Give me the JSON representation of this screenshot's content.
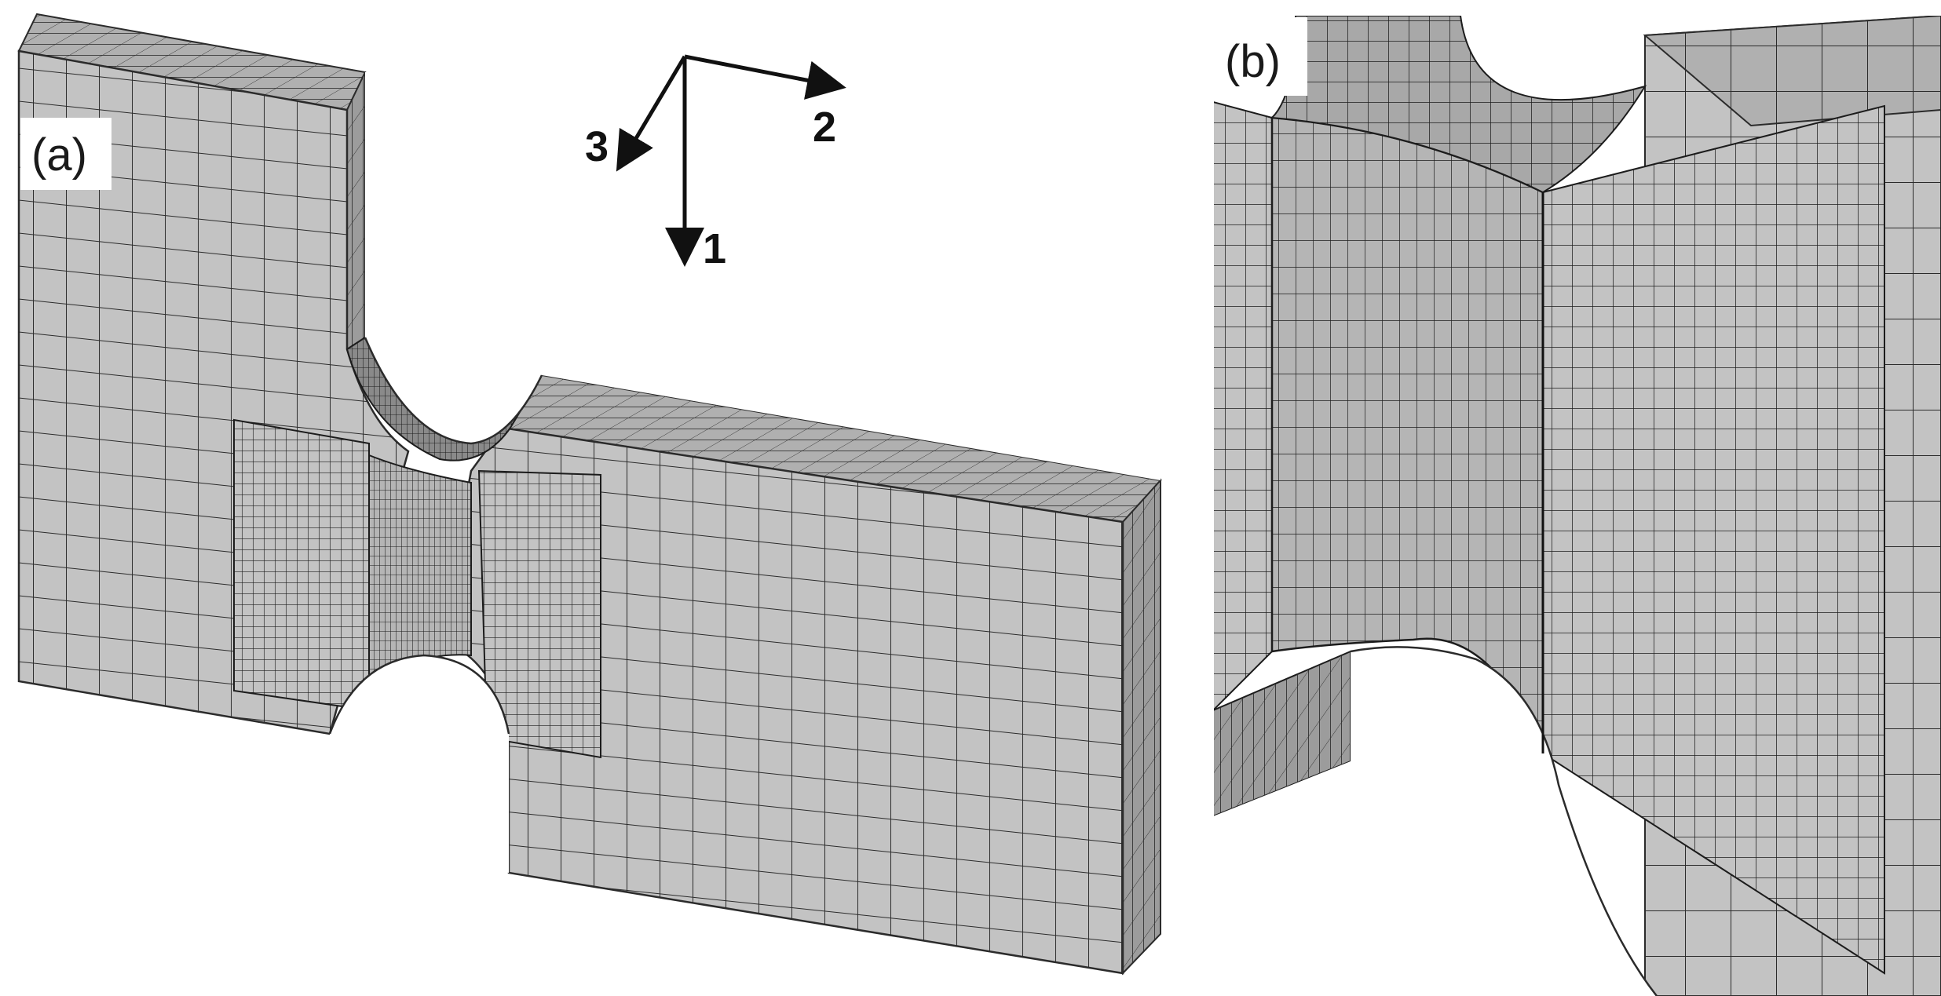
{
  "panels": [
    {
      "label": "(a)"
    },
    {
      "label": "(b)"
    }
  ],
  "axes": {
    "axis1": "1",
    "axis2": "2",
    "axis3": "3"
  },
  "colors": {
    "face_light": "#c3c3c3",
    "face_top": "#b0b0b0",
    "face_side": "#9c9c9c",
    "face_dark": "#8a8a8a",
    "mesh_line": "#2b2b2b",
    "fine_mesh": "#1c1c1c",
    "arrow": "#111111"
  }
}
